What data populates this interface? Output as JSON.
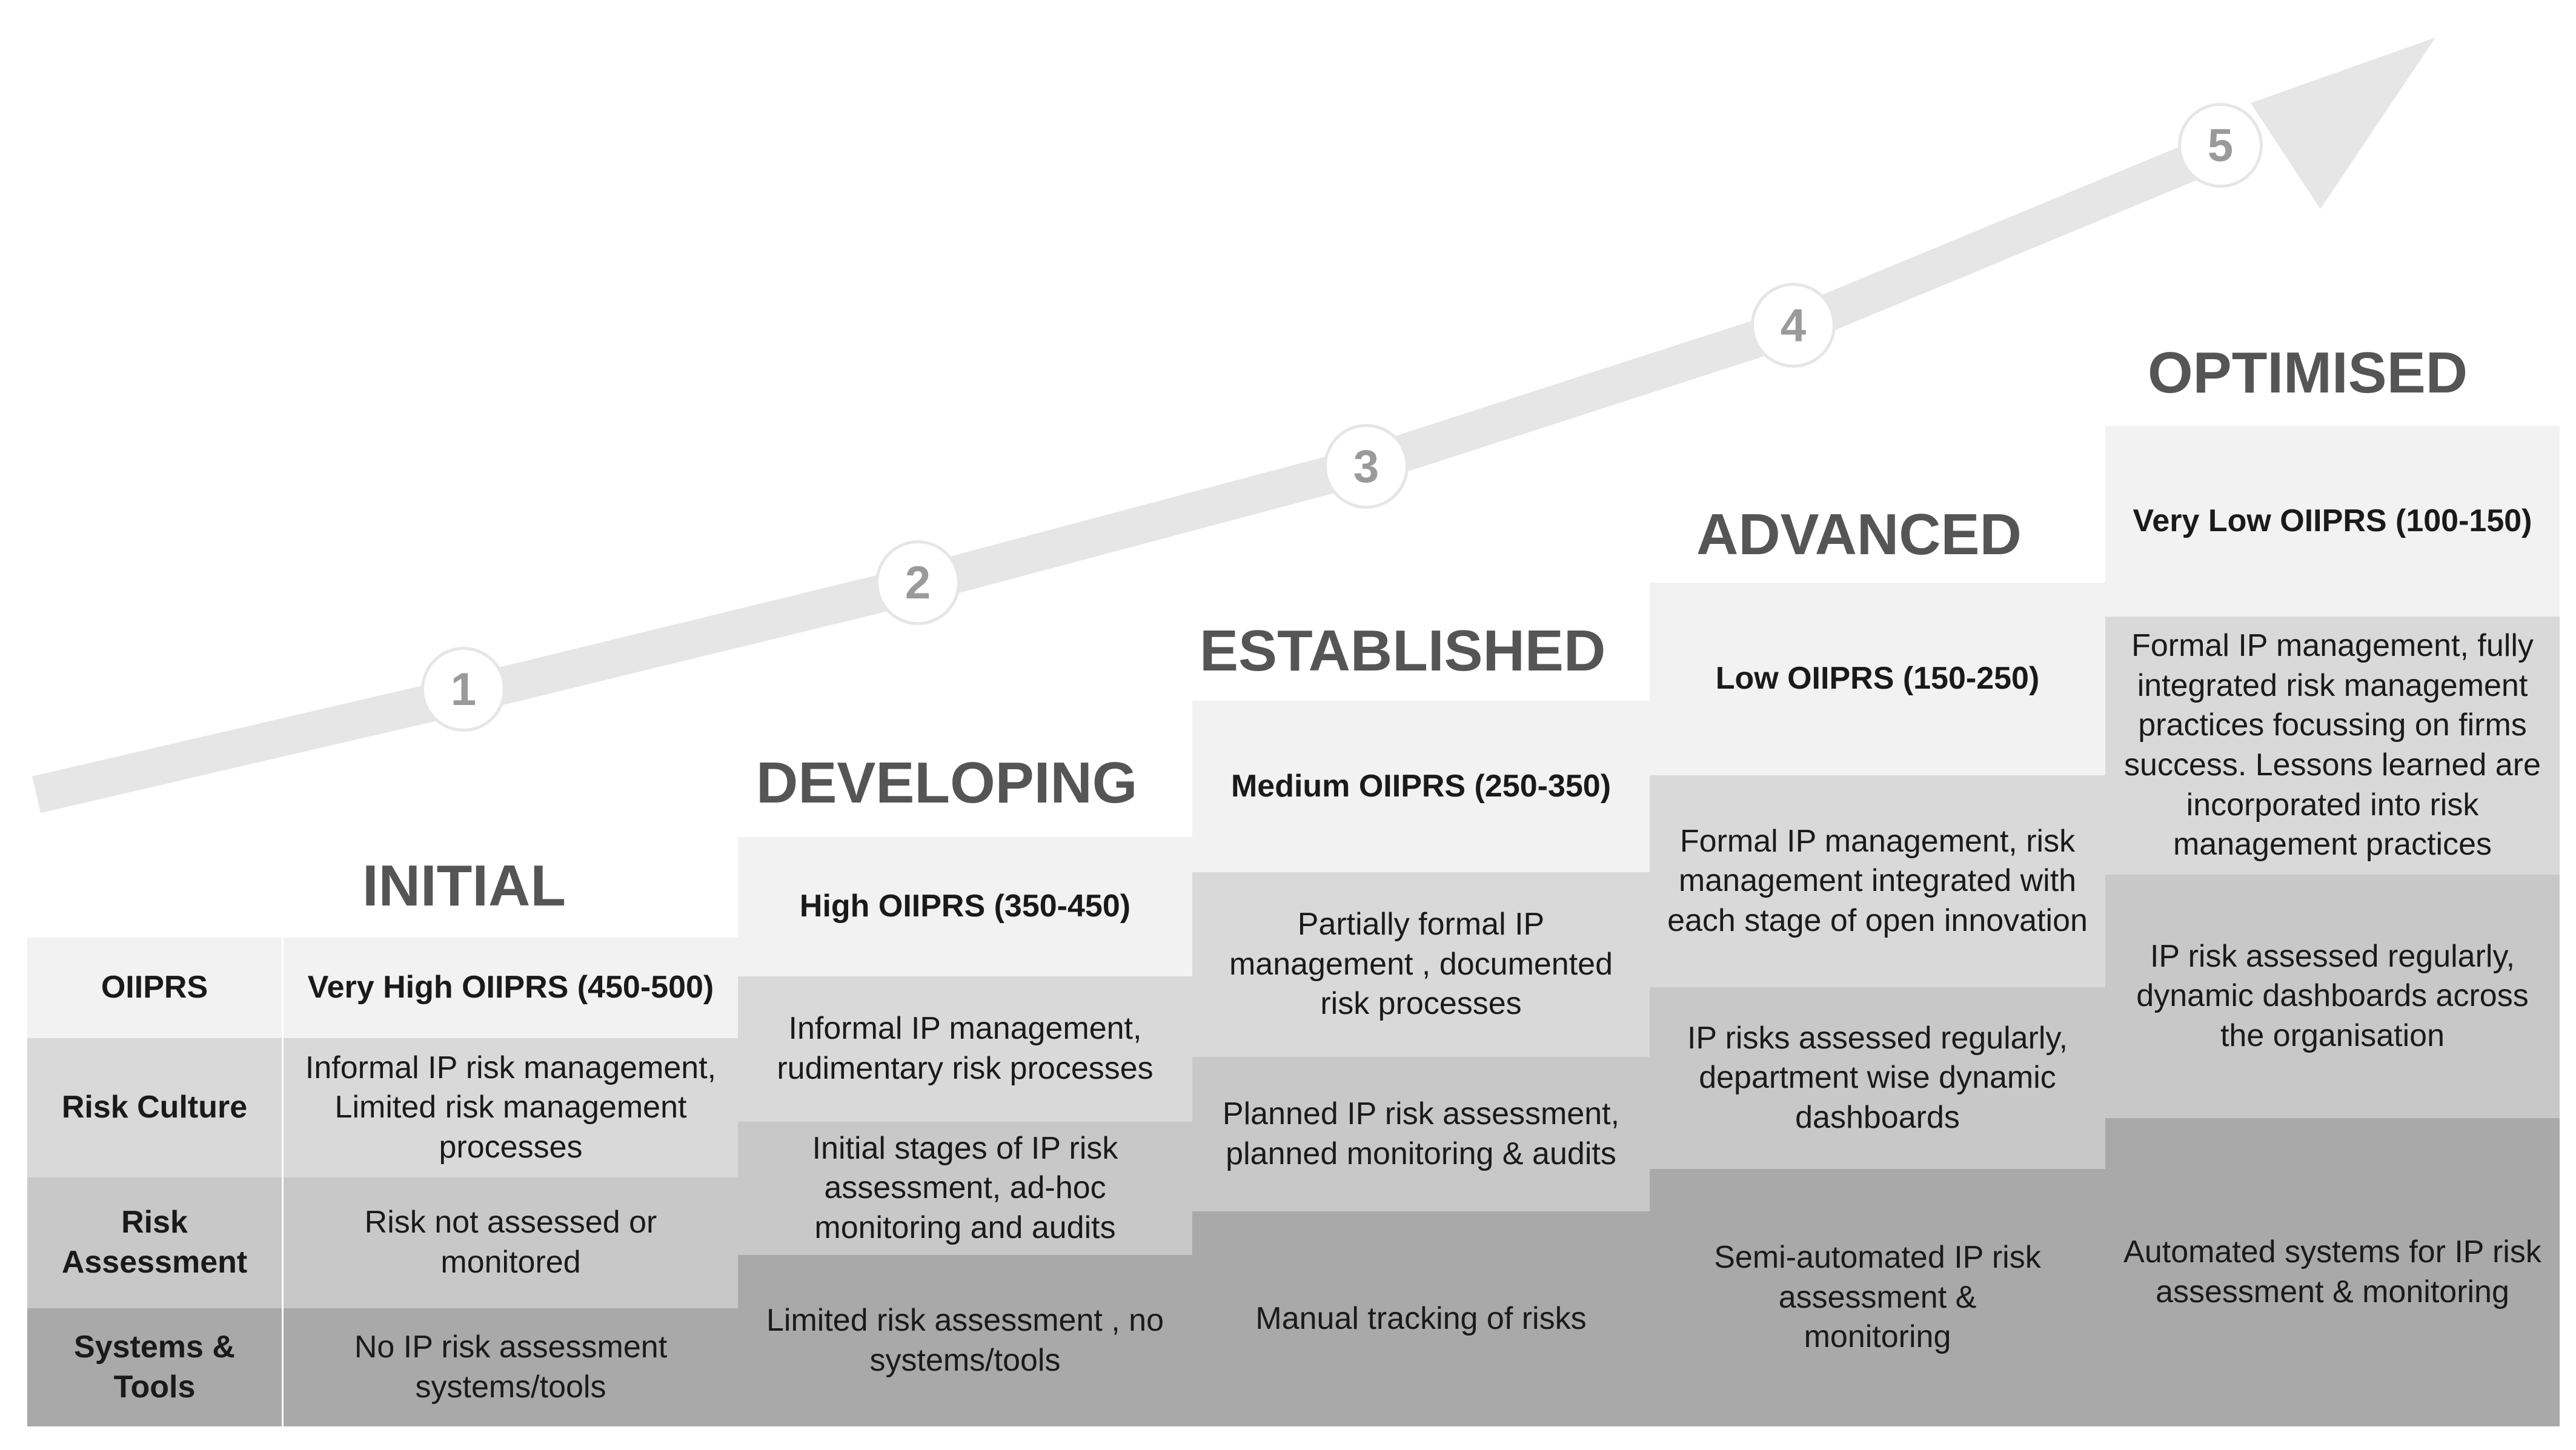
{
  "stages": [
    {
      "number": "1",
      "title": "INITIAL",
      "oiiprs": "Very High OIIPRS (450-500)",
      "risk_culture": "Informal IP risk management, Limited risk management processes",
      "risk_assessment": "Risk not assessed or monitored",
      "systems_tools": "No IP risk assessment systems/tools"
    },
    {
      "number": "2",
      "title": "DEVELOPING",
      "oiiprs": "High OIIPRS (350-450)",
      "risk_culture": "Informal IP management, rudimentary risk processes",
      "risk_assessment": "Initial stages of IP risk assessment, ad-hoc monitoring and audits",
      "systems_tools": "Limited risk assessment , no systems/tools"
    },
    {
      "number": "3",
      "title": "ESTABLISHED",
      "oiiprs": "Medium OIIPRS (250-350)",
      "risk_culture": "Partially formal IP management , documented risk processes",
      "risk_assessment": "Planned IP risk assessment, planned monitoring & audits",
      "systems_tools": "Manual tracking of risks"
    },
    {
      "number": "4",
      "title": "ADVANCED",
      "oiiprs": "Low OIIPRS (150-250)",
      "risk_culture": "Formal IP management, risk management integrated with each stage of open innovation",
      "risk_assessment": "IP risks assessed regularly, department wise dynamic dashboards",
      "systems_tools": "Semi-automated IP risk assessment & monitoring"
    },
    {
      "number": "5",
      "title": "OPTIMISED",
      "oiiprs": "Very Low OIIPRS (100-150)",
      "risk_culture": "Formal IP management, fully integrated risk management practices focussing on firms success. Lessons learned are incorporated into risk management practices",
      "risk_assessment": "IP risk assessed regularly, dynamic dashboards across the organisation",
      "systems_tools": "Automated systems for IP risk assessment & monitoring"
    }
  ],
  "row_labels": {
    "oiiprs": "OIIPRS",
    "risk_culture": "Risk Culture",
    "risk_assessment": "Risk Assessment",
    "systems_tools": "Systems & Tools"
  },
  "colors": {
    "oiiprs_row": "#f2f2f2",
    "risk_culture_row": "#d9d9d9",
    "risk_assessment_row": "#c8c8c8",
    "systems_tools_row": "#a9a9a9",
    "arrow": "#e6e6e6",
    "title": "#555555"
  }
}
